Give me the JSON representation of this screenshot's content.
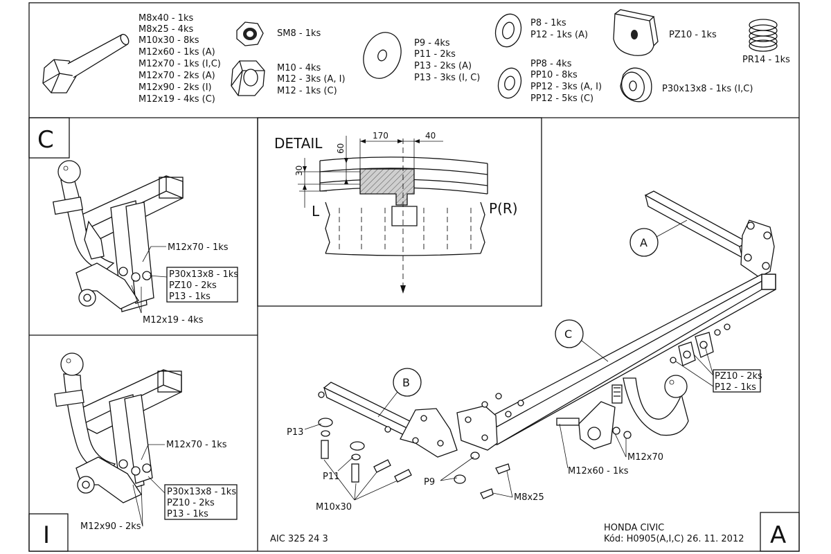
{
  "parts": {
    "bolts": [
      "M8x40 - 1ks",
      "M8x25 - 4ks",
      "M10x30 - 8ks",
      "M12x60 - 1ks (A)",
      "M12x70 - 1ks (I,C)",
      "M12x70 - 2ks (A)",
      "M12x90 - 2ks (I)",
      "M12x19 - 4ks (C)"
    ],
    "sm8": "SM8 - 1ks",
    "nuts": [
      "M10 - 4ks",
      "M12 - 3ks (A, I)",
      "M12 - 1ks (C)"
    ],
    "washers_p": [
      "P9 - 4ks",
      "P11 - 2ks",
      "P13 - 2ks (A)",
      "P13 - 3ks (I, C)"
    ],
    "washers_p8": [
      "P8 - 1ks",
      "P12 - 1ks (A)"
    ],
    "washers_pp": [
      "PP8 - 4ks",
      "PP10 - 8ks",
      "PP12 - 3ks (A, I)",
      "PP12 - 5ks (C)"
    ],
    "pz10": "PZ10 - 1ks",
    "pr14": "PR14 - 1ks",
    "p30": "P30x13x8 - 1ks (I,C)"
  },
  "panel_c": {
    "letter": "C",
    "bolt_label": "M12x70 - 1ks",
    "box_lines": [
      "P30x13x8 - 1ks",
      "PZ10 - 2ks",
      "P13 - 1ks"
    ],
    "bottom_label": "M12x19 - 4ks"
  },
  "panel_i": {
    "letter": "I",
    "bolt_label": "M12x70 - 1ks",
    "box_lines": [
      "P30x13x8 - 1ks",
      "PZ10 - 2ks",
      "P13 - 1ks"
    ],
    "bottom_label": "M12x90 - 2ks"
  },
  "detail": {
    "title": "DETAIL",
    "dim_170": "170",
    "dim_40": "40",
    "dim_60": "60",
    "dim_30": "30",
    "label_l": "L",
    "label_pr": "P(R)"
  },
  "main": {
    "callout_a": "A",
    "callout_b": "B",
    "callout_c": "C",
    "label_p13": "P13",
    "label_p11": "P11",
    "label_m10x30": "M10x30",
    "label_p9": "P9",
    "label_m8x25": "M8x25",
    "label_m12x60": "M12x60 - 1ks",
    "label_m12x70": "M12x70",
    "box_lines": [
      "PZ10 - 2ks",
      "P12 - 1ks"
    ]
  },
  "footer": {
    "code": "AIC 325 24 3",
    "model": "HONDA CIVIC",
    "kod": "Kód: H0905(A,I,C)  26. 11. 2012",
    "letter": "A"
  }
}
